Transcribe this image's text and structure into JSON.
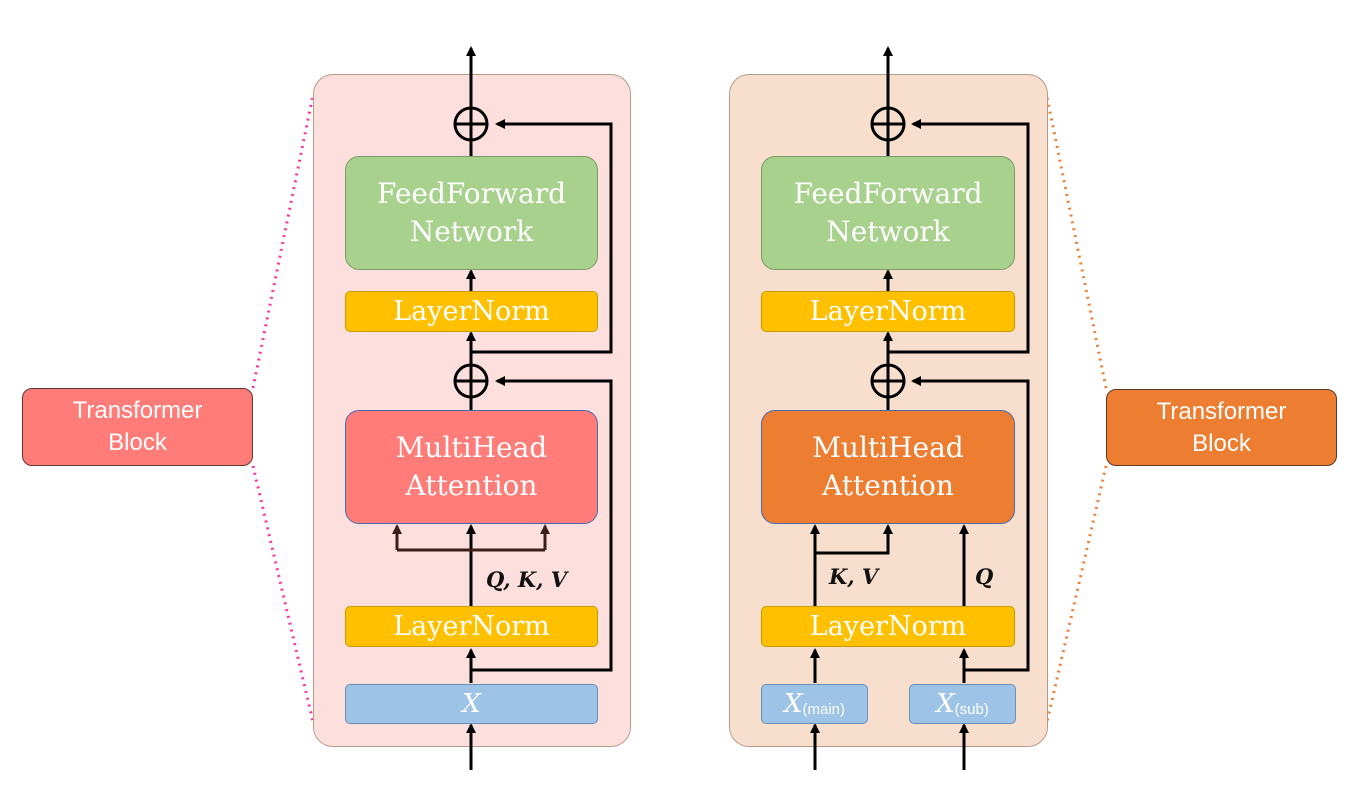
{
  "left_block": {
    "side_label": [
      "Transformer",
      "Block"
    ],
    "ffn": [
      "FeedForward",
      "Network"
    ],
    "norm_top": "LayerNorm",
    "mha": [
      "MultiHead",
      "Attention"
    ],
    "qkv": "Q, K, V",
    "norm_bottom": "LayerNorm",
    "input": "X"
  },
  "right_block": {
    "side_label": [
      "Transformer",
      "Block"
    ],
    "ffn": [
      "FeedForward",
      "Network"
    ],
    "norm_top": "LayerNorm",
    "mha": [
      "MultiHead",
      "Attention"
    ],
    "kv": "K, V",
    "q": "Q",
    "norm_bottom": "LayerNorm",
    "input_main": "X",
    "input_main_sub": "(main)",
    "input_sub": "X",
    "input_sub_sub": "(sub)"
  },
  "colors": {
    "left_panel": "#fde0dd",
    "right_panel": "#f8dfcd",
    "ffn": "#a9d18e",
    "layernorm": "#ffc000",
    "left_mha": "#ff7c78",
    "right_mha": "#ed7d31",
    "input": "#9dc3e6",
    "left_side": "#ff7c78",
    "right_side": "#ed7d31",
    "left_dots": "#ff3399",
    "right_dots": "#ed7d31"
  }
}
